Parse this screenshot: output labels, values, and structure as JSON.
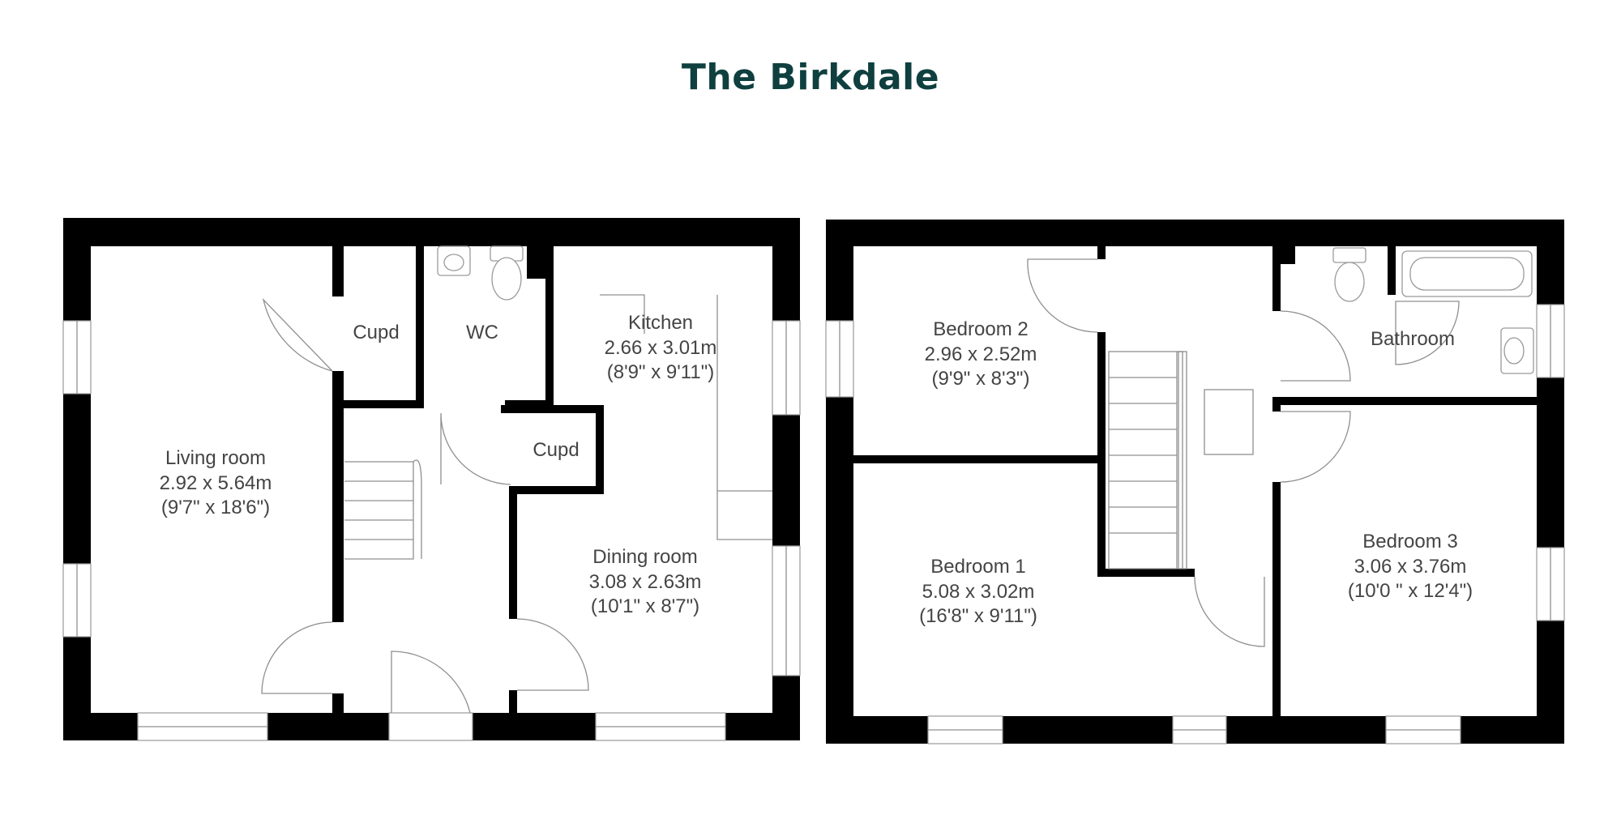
{
  "title": "The Birkdale",
  "ground_floor": {
    "rooms": [
      {
        "id": "living",
        "name": "Living room",
        "metric": "2.92 x 5.64m",
        "imperial": "(9'7\" x 18'6\")"
      },
      {
        "id": "cupd1",
        "name": "Cupd"
      },
      {
        "id": "wc",
        "name": "WC"
      },
      {
        "id": "kitchen",
        "name": "Kitchen",
        "metric": "2.66 x 3.01m",
        "imperial": "(8'9\" x 9'11\")"
      },
      {
        "id": "cupd2",
        "name": "Cupd"
      },
      {
        "id": "dining",
        "name": "Dining room",
        "metric": "3.08 x 2.63m",
        "imperial": "(10'1\" x 8'7\")"
      }
    ]
  },
  "first_floor": {
    "rooms": [
      {
        "id": "bed2",
        "name": "Bedroom 2",
        "metric": "2.96 x 2.52m",
        "imperial": "(9'9\" x 8'3\")"
      },
      {
        "id": "bath",
        "name": "Bathroom"
      },
      {
        "id": "bed1",
        "name": "Bedroom 1",
        "metric": "5.08 x 3.02m",
        "imperial": "(16'8\" x 9'11\")"
      },
      {
        "id": "bed3",
        "name": "Bedroom 3",
        "metric": "3.06 x 3.76m",
        "imperial": "(10'0 \" x 12'4\")"
      }
    ]
  },
  "colors": {
    "title": "#0f3f3f",
    "wall": "#000000",
    "label": "#444444"
  }
}
